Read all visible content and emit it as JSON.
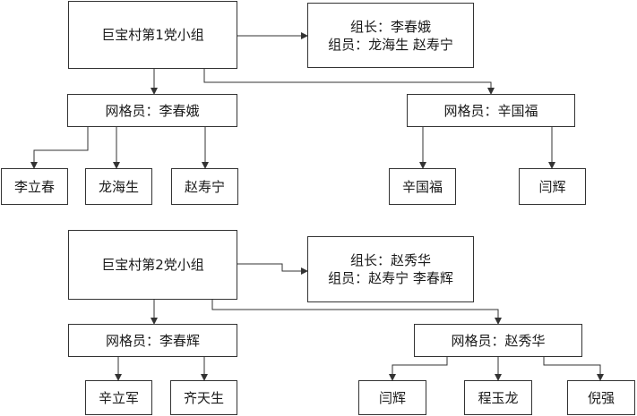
{
  "groups": [
    {
      "title": "巨宝村第1党小组",
      "info": {
        "leader": "组长：李春娥",
        "members": "组员：龙海生 赵寿宁"
      },
      "grids": [
        {
          "label": "网格员：李春娥",
          "people": [
            "李立春",
            "龙海生",
            "赵寿宁"
          ]
        },
        {
          "label": "网格员：辛国福",
          "people": [
            "辛国福",
            "闫辉"
          ]
        }
      ]
    },
    {
      "title": "巨宝村第2党小组",
      "info": {
        "leader": "组长：赵秀华",
        "members": "组员：赵寿宁 李春辉"
      },
      "grids": [
        {
          "label": "网格员：李春辉",
          "people": [
            "辛立军",
            "齐天生"
          ]
        },
        {
          "label": "网格员：赵秀华",
          "people": [
            "闫辉",
            "程玉龙",
            "倪强"
          ]
        }
      ]
    }
  ],
  "colors": {
    "line": "#333333",
    "border": "#333333"
  }
}
